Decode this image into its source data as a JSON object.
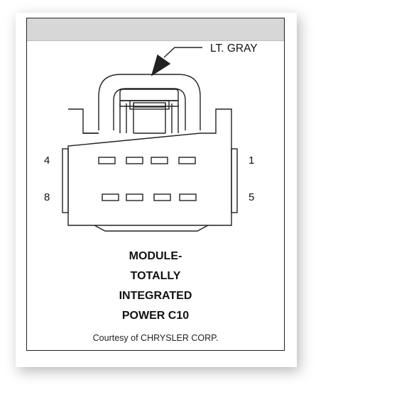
{
  "diagram": {
    "wire_color_label": "LT. GRAY",
    "pin_labels": {
      "top_left": "4",
      "top_right": "1",
      "bottom_left": "8",
      "bottom_right": "5"
    },
    "caption_lines": [
      "MODULE-",
      "TOTALLY",
      "INTEGRATED",
      "POWER C10"
    ],
    "courtesy": "Courtesy of CHRYSLER CORP."
  },
  "colors": {
    "header_band": "#d7d7d7",
    "line": "#222222"
  }
}
